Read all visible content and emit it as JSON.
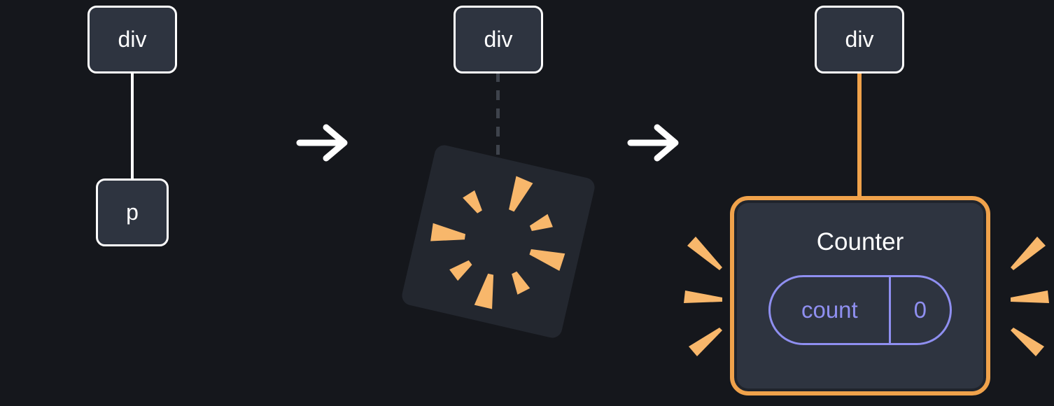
{
  "stages": {
    "before": {
      "parent_tag": "div",
      "child_tag": "p"
    },
    "during": {
      "parent_tag": "div"
    },
    "after": {
      "parent_tag": "div",
      "component_title": "Counter",
      "state_key": "count",
      "state_value": "0"
    }
  },
  "icons": {
    "arrow_1": "arrow-right-icon",
    "arrow_2": "arrow-right-icon",
    "poof": "poof-burst-icon",
    "sparks_left": "sparkle-burst-icon",
    "sparks_right": "sparkle-burst-icon"
  },
  "colors": {
    "background": "#15171c",
    "node_bg": "#2e3440",
    "node_border": "#ffffff",
    "text": "#ffffff",
    "arrow": "#ffffff",
    "dashed": "#3e434c",
    "orange": "#f0a24b",
    "spark": "#f8b76b",
    "periwinkle": "#8f8ff0",
    "poof_bg": "#23272f"
  }
}
